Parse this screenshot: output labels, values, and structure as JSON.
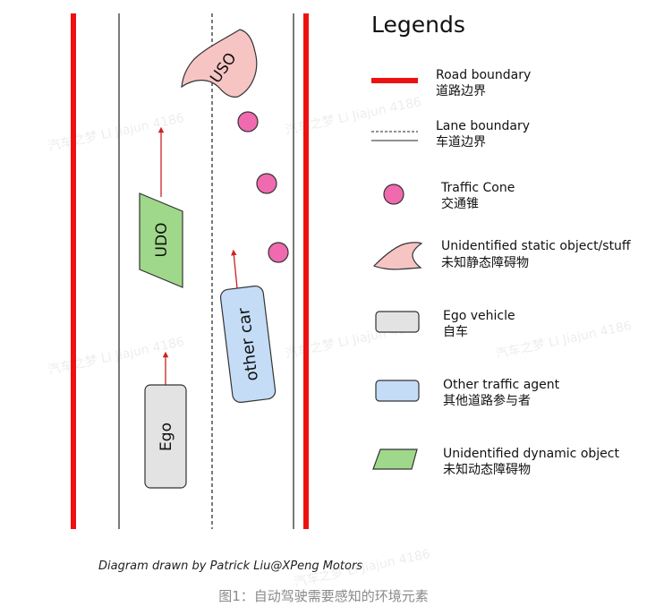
{
  "diagram": {
    "objects": {
      "uso_label": "USO",
      "udo_label": "UDO",
      "other_car_label": "other car",
      "ego_label": "Ego"
    },
    "credit": "Diagram drawn by Patrick Liu@XPeng Motors",
    "watermark": "汽车之梦 Li Jiajun 4186"
  },
  "legend": {
    "title": "Legends",
    "items": [
      {
        "key": "road",
        "en": "Road boundary",
        "zh": "道路边界"
      },
      {
        "key": "lane",
        "en": "Lane boundary",
        "zh": "车道边界"
      },
      {
        "key": "cone",
        "en": "Traffic Cone",
        "zh": "交通锥"
      },
      {
        "key": "uso",
        "en": "Unidentified static object/stuff",
        "zh": "未知静态障碍物"
      },
      {
        "key": "ego",
        "en": "Ego vehicle",
        "zh": "自车"
      },
      {
        "key": "agent",
        "en": "Other traffic agent",
        "zh": "其他道路参与者"
      },
      {
        "key": "udo",
        "en": "Unidentified dynamic object",
        "zh": "未知动态障碍物"
      }
    ]
  },
  "caption": "图1：自动驾驶需要感知的环境元素",
  "colors": {
    "road_boundary": "#ee1111",
    "arrow": "#cc2222",
    "cone_fill": "#f06ab0",
    "uso_fill": "#f7c4c4",
    "ego_fill": "#e3e3e3",
    "agent_fill": "#c4dcf6",
    "udo_fill": "#9fd88a"
  }
}
